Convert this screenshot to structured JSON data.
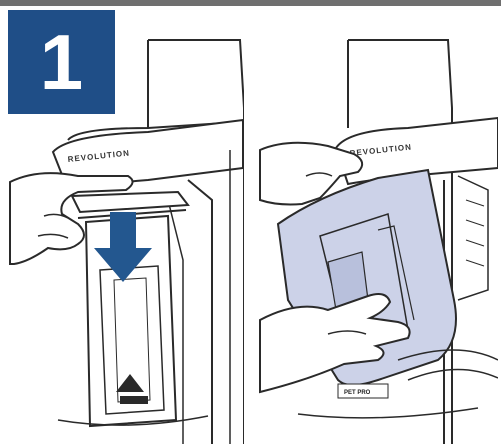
{
  "step": {
    "number": "1"
  },
  "panels": [
    {
      "brand": "REVOLUTION",
      "label": ""
    },
    {
      "brand": "REVOLUTION",
      "label": "PET PRO"
    }
  ],
  "colors": {
    "step_badge": "#1f4e87",
    "arrow": "#23578f",
    "tank": "#ccd2e8",
    "line": "#2a2a2a"
  },
  "icons": [
    "hand",
    "down-arrow",
    "dirt-tank"
  ]
}
